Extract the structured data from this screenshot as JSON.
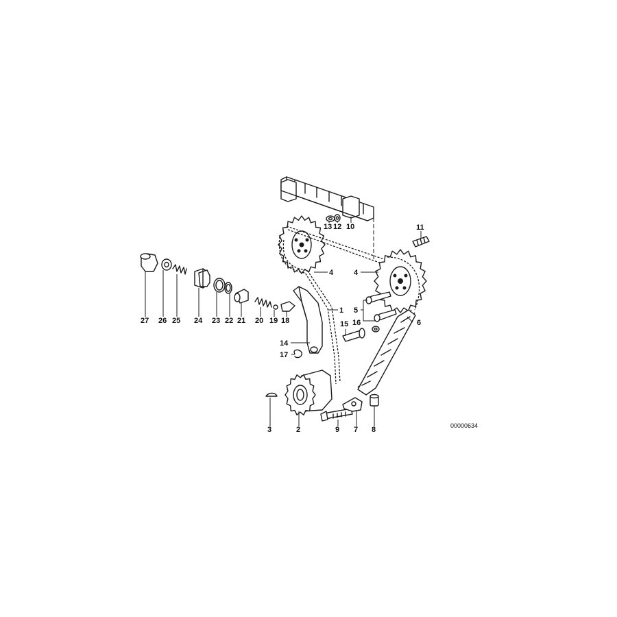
{
  "callouts": {
    "c1": "1",
    "c2": "2",
    "c3": "3",
    "c4a": "4",
    "c4b": "4",
    "c5": "5",
    "c6": "6",
    "c7": "7",
    "c8": "8",
    "c9": "9",
    "c10": "10",
    "c11": "11",
    "c12": "12",
    "c13": "13",
    "c14": "14",
    "c15": "15",
    "c16": "16",
    "c17": "17",
    "c18": "18",
    "c19": "19",
    "c20": "20",
    "c21": "21",
    "c22": "22",
    "c23": "23",
    "c24": "24",
    "c25": "25",
    "c26": "26",
    "c27": "27"
  },
  "reference_code": "00000634"
}
